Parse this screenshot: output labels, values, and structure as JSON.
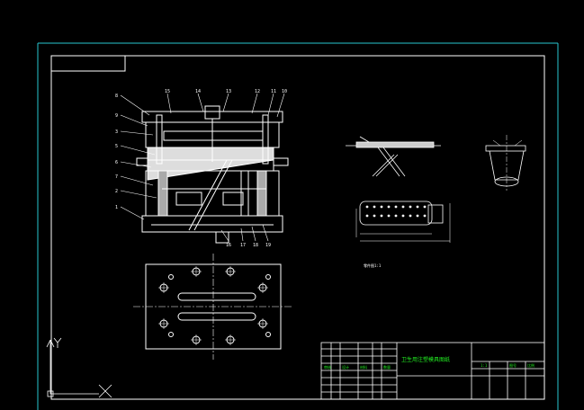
{
  "colors": {
    "background": "#000000",
    "frame": "#ffffff",
    "accent_frame": "#27c6d0",
    "title_text": "#22ee22",
    "dim_text": "#ffffff"
  },
  "drawing": {
    "title_block_title": "卫生用注塑模具图纸",
    "title_block_cells": [
      "1:1",
      "图号",
      "比例",
      "审核",
      "设计",
      "材料",
      "数量"
    ],
    "balloon_labels_left": [
      "8",
      "9",
      "3",
      "5",
      "6",
      "7",
      "2",
      "1"
    ],
    "balloon_labels_top": [
      "15",
      "14",
      "13",
      "12",
      "11",
      "10"
    ],
    "balloon_labels_bottom": [
      "16",
      "17",
      "18",
      "19"
    ],
    "detail_label": "零件图1:1"
  },
  "icons": {
    "ucs": "ucs-axis-icon"
  }
}
